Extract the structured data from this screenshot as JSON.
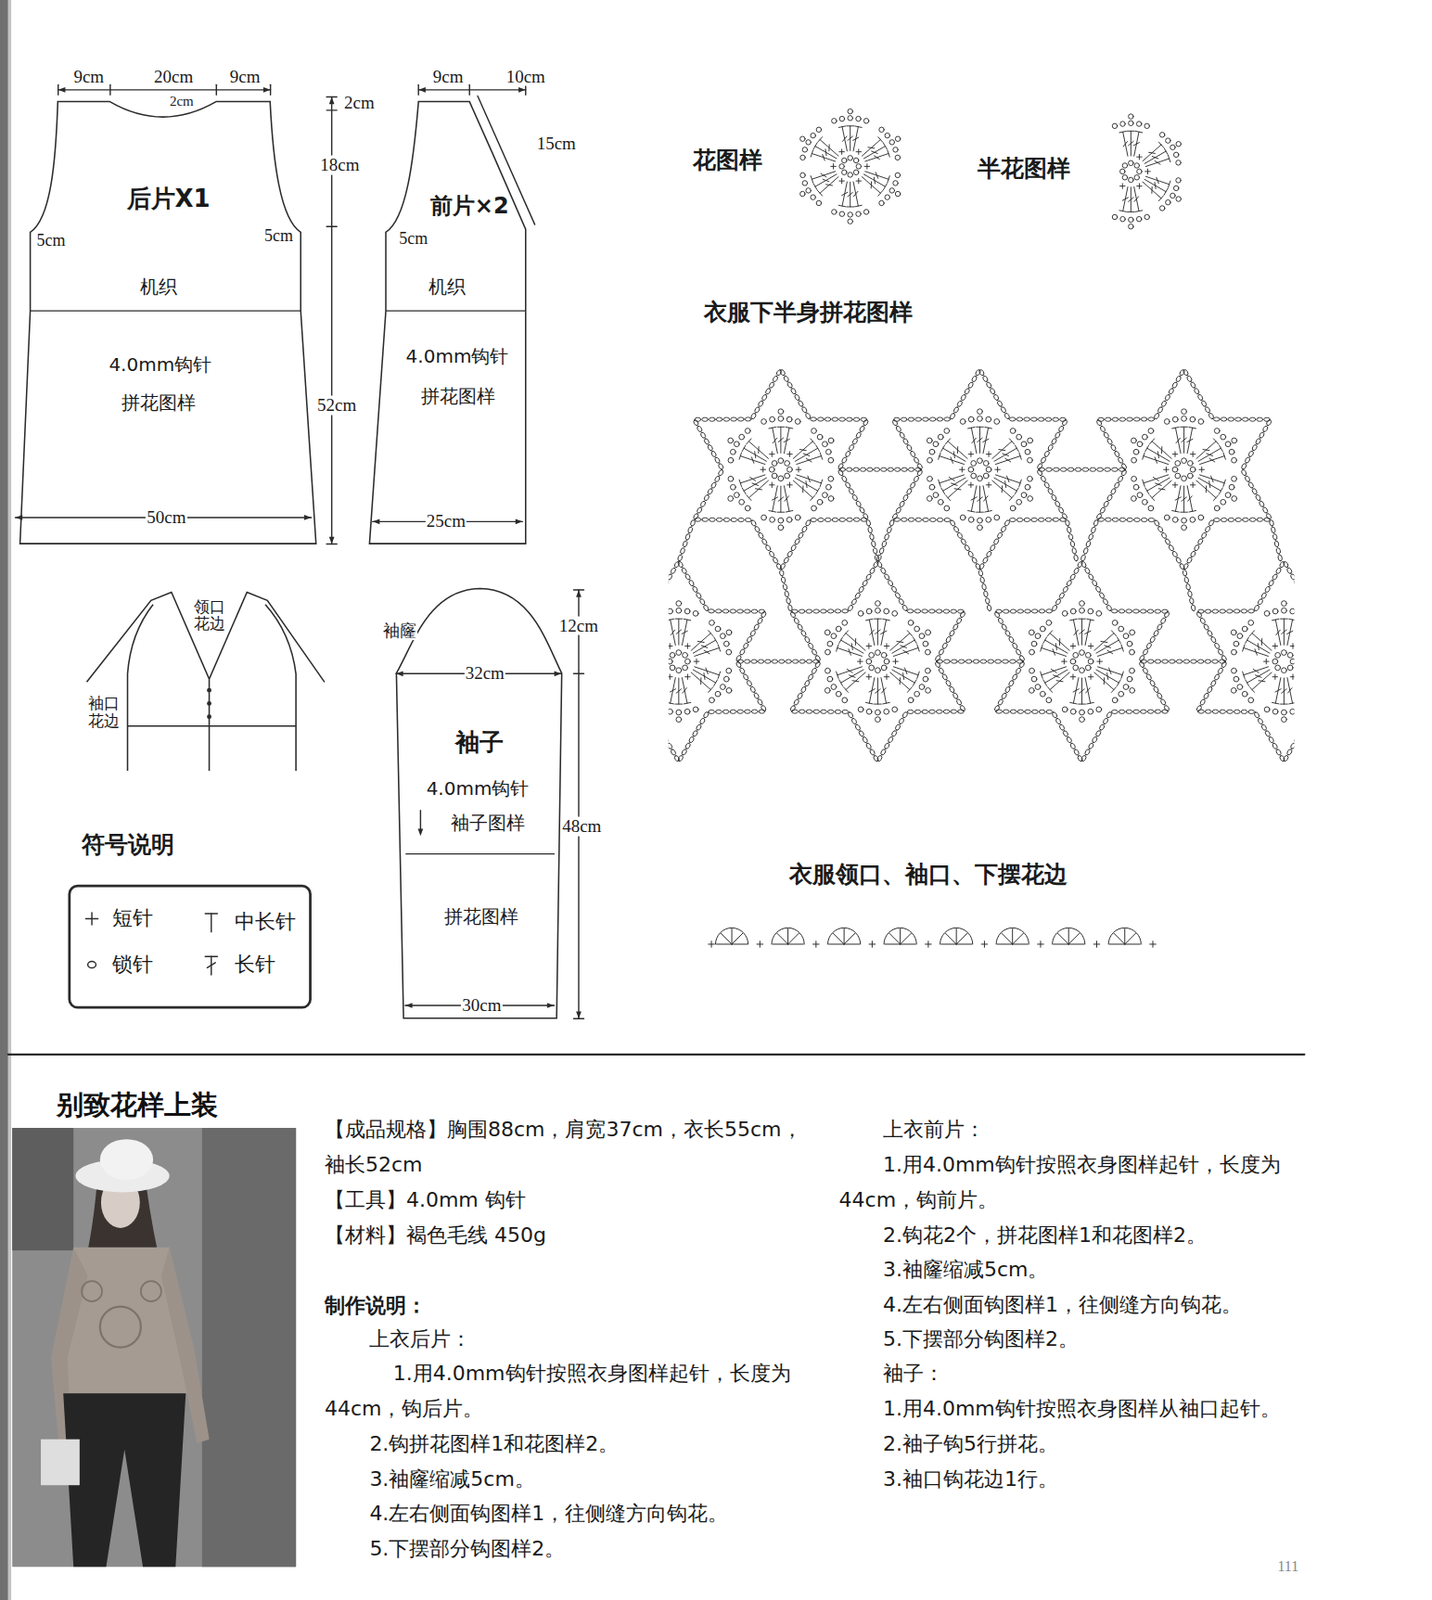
{
  "diagram": {
    "title": "别致花样上装",
    "nodes": [
      {
        "text": [
          "后片X1",
          "机织",
          "4.0mm钩针",
          "拼花图样"
        ]
      },
      {
        "text": [
          "前片×2",
          "机织",
          "4.0mm钩针",
          "拼花图样"
        ]
      },
      {
        "text": [
          "袖子",
          "4.0mm钩针",
          "袖子图样",
          "拼花图样"
        ]
      },
      {
        "text": [
          "领口花边",
          "袖口花边"
        ]
      }
    ],
    "labels": [
      "9cm",
      "20cm",
      "9cm",
      "2cm",
      "2cm",
      "18cm",
      "5cm",
      "5cm",
      "52cm",
      "50cm",
      "9cm",
      "10cm",
      "15cm",
      "5cm",
      "25cm",
      "袖窿",
      "12cm",
      "32cm",
      "48cm",
      "30cm",
      "符号说明",
      "花图样",
      "半花图样",
      "衣服下半身拼花图样",
      "衣服领口、袖口、下摆花边",
      "【成品规格】胸围88cm，肩宽37cm，衣长55cm，袖长52cm",
      "【工具】4.0mm 钩针",
      "【材料】褐色毛线 450g",
      "制作说明：",
      "上衣后片：",
      "1.用4.0mm钩针按照衣身图样起针，长度为44cm，钩后片。",
      "2.钩拼花图样1和花图样2。",
      "3.袖窿缩减5cm。",
      "4.左右侧面钩图样1，往侧缝方向钩花。",
      "5.下摆部分钩图样2。",
      "上衣前片：",
      "1.用4.0mm钩针按照衣身图样起针，长度为44cm，钩前片。",
      "2.钩花2个，拼花图样1和花图样2。",
      "3.袖窿缩减5cm。",
      "4.左右侧面钩图样1，往侧缝方向钩花。",
      "5.下摆部分钩图样2。",
      "袖子：",
      "1.用4.0mm钩针按照衣身图样从袖口起针。",
      "2.袖子钩5行拼花。",
      "3.袖口钩花边1行。",
      "111"
    ],
    "legend": [
      {
        "text": "短针"
      },
      {
        "text": "中长针"
      },
      {
        "text": "锁针"
      },
      {
        "text": "长针"
      }
    ]
  }
}
